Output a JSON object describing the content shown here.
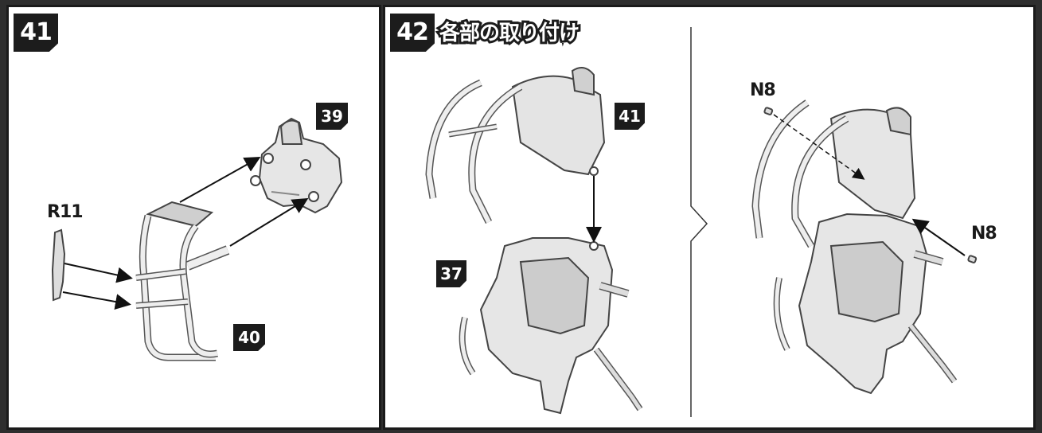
{
  "step41": {
    "number": "41",
    "parts": {
      "a": "39",
      "b": "40",
      "c": "R11"
    }
  },
  "step42": {
    "number": "42",
    "title": "各部の取り付け",
    "parts": {
      "a": "41",
      "b": "37",
      "c": "N8",
      "d": "N8"
    }
  }
}
